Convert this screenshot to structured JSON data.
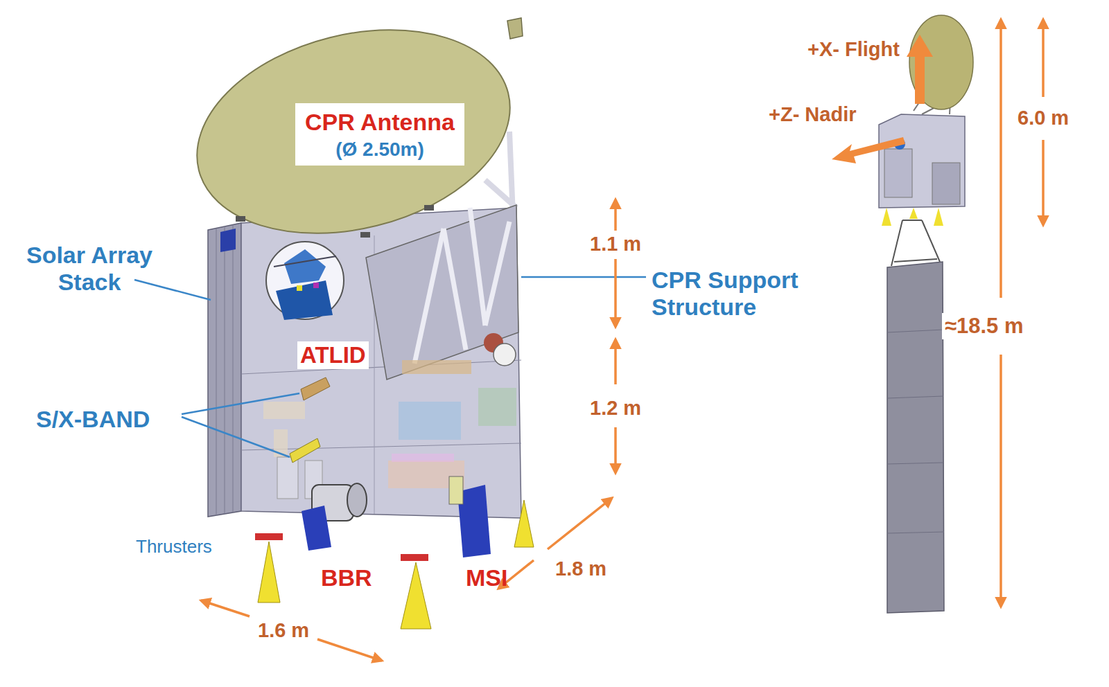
{
  "diagram": {
    "nodes": [
      {
        "text": [
          "CPR Antenna",
          "(Ø 2.50m)"
        ]
      }
    ],
    "labels": [
      "Solar Array Stack",
      "ATLID",
      "S/X-BAND",
      "Thrusters",
      "BBR",
      "MSI",
      "1.1 m",
      "CPR Support Structure",
      "1.2 m",
      "1.8 m",
      "1.6 m",
      "+X- Flight",
      "+Z- Nadir",
      "6.0 m",
      "≈18.5 m"
    ]
  }
}
